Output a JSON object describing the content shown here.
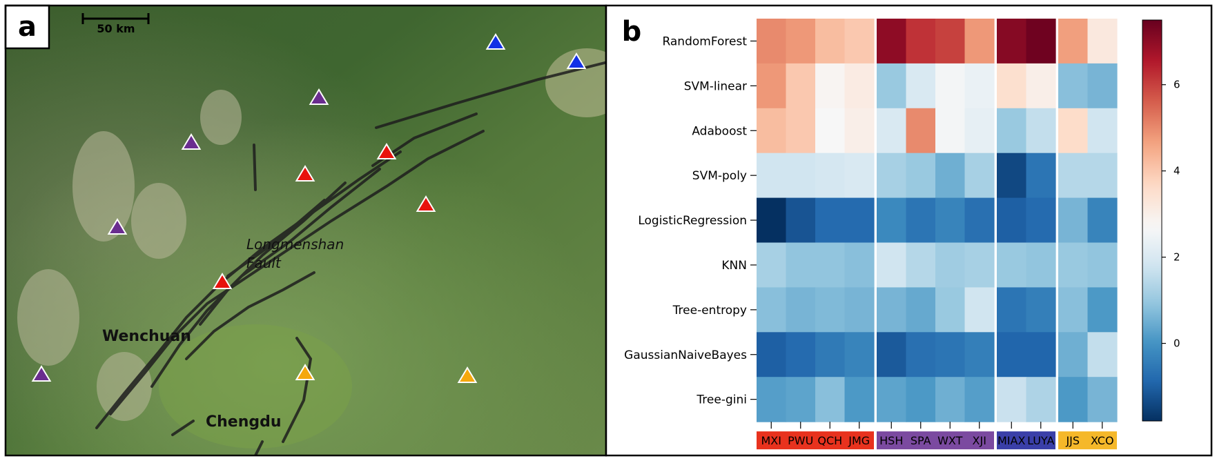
{
  "panels": {
    "a": "a",
    "b": "b"
  },
  "map": {
    "scale_bar_label": "50 km",
    "labels": {
      "fault_line1": "Longmenshan",
      "fault_line2": "Fault",
      "city1": "Wenchuan",
      "city2": "Chengdu"
    },
    "station_colors": {
      "red": "#e8120c",
      "purple": "#6a2d8f",
      "blue": "#1230e6",
      "orange": "#f5a80c"
    }
  },
  "chart_data": {
    "type": "heatmap",
    "title": "",
    "xlabel": "",
    "ylabel": "",
    "rows": [
      "RandomForest",
      "SVM-linear",
      "Adaboost",
      "SVM-poly",
      "LogisticRegression",
      "KNN",
      "Tree-entropy",
      "GaussianNaiveBayes",
      "Tree-gini"
    ],
    "columns": [
      "MXI",
      "PWU",
      "QCH",
      "JMG",
      "HSH",
      "SPA",
      "WXT",
      "XJI",
      "MIAX",
      "LUYA",
      "JJS",
      "XCO"
    ],
    "column_groups": [
      {
        "columns": [
          "MXI",
          "PWU",
          "QCH",
          "JMG"
        ],
        "color": "#e8321e"
      },
      {
        "columns": [
          "HSH",
          "SPA",
          "WXT",
          "XJI"
        ],
        "color": "#7b4aa0"
      },
      {
        "columns": [
          "MIAX",
          "LUYA"
        ],
        "color": "#3a3fa8"
      },
      {
        "columns": [
          "JJS",
          "XCO"
        ],
        "color": "#f5b82a"
      }
    ],
    "values": [
      [
        5.0,
        4.8,
        4.2,
        4.0,
        7.0,
        6.2,
        6.0,
        4.8,
        7.1,
        7.4,
        4.7,
        3.2
      ],
      [
        4.8,
        4.0,
        2.8,
        3.1,
        1.0,
        2.0,
        2.6,
        2.4,
        3.5,
        3.0,
        0.8,
        0.6
      ],
      [
        4.2,
        4.0,
        2.7,
        3.0,
        2.0,
        5.0,
        2.6,
        2.3,
        1.0,
        1.6,
        3.6,
        1.8
      ],
      [
        1.8,
        1.8,
        1.9,
        2.0,
        1.2,
        1.0,
        0.5,
        1.2,
        -1.4,
        -0.6,
        1.4,
        1.4
      ],
      [
        -1.8,
        -1.2,
        -0.8,
        -0.8,
        -0.2,
        -0.6,
        -0.3,
        -0.7,
        -1.0,
        -0.8,
        0.6,
        -0.3
      ],
      [
        1.2,
        0.9,
        0.9,
        0.8,
        1.8,
        1.4,
        1.1,
        1.2,
        1.0,
        0.9,
        1.0,
        0.9
      ],
      [
        0.8,
        0.6,
        0.7,
        0.6,
        0.6,
        0.4,
        1.0,
        1.8,
        -0.6,
        -0.4,
        0.8,
        0.1
      ],
      [
        -1.0,
        -0.8,
        -0.5,
        -0.3,
        -1.1,
        -0.7,
        -0.6,
        -0.4,
        -0.9,
        -0.9,
        0.5,
        1.6
      ],
      [
        0.2,
        0.3,
        0.8,
        0.1,
        0.3,
        0.1,
        0.5,
        0.2,
        1.7,
        1.3,
        0.1,
        0.6
      ]
    ],
    "colorbar": {
      "range": [
        -1.8,
        7.5
      ],
      "ticks": [
        0,
        2,
        4,
        6
      ],
      "colormap": "RdBu_r"
    }
  }
}
